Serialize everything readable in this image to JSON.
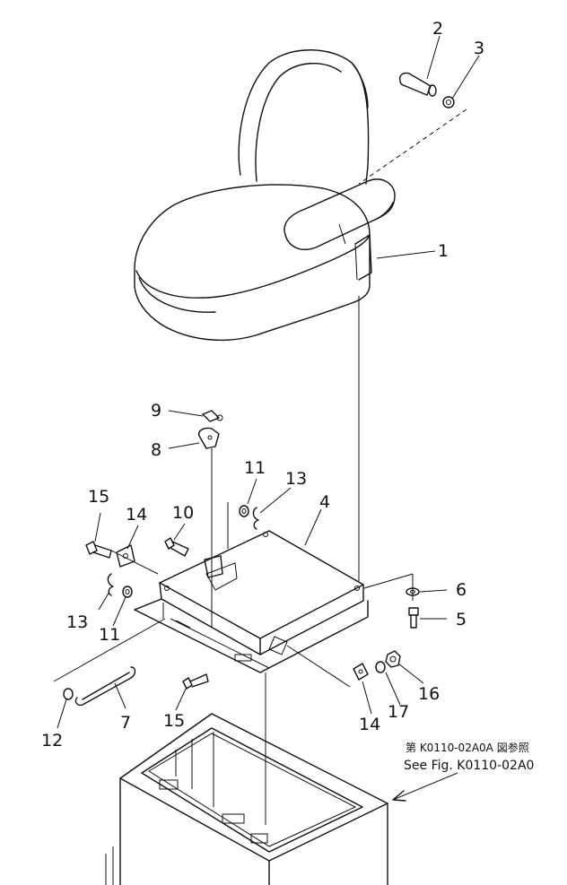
{
  "callouts": {
    "c1": "1",
    "c2": "2",
    "c3": "3",
    "c4": "4",
    "c5": "5",
    "c6": "6",
    "c7": "7",
    "c8": "8",
    "c9": "9",
    "c10": "10",
    "c11a": "11",
    "c11b": "11",
    "c12": "12",
    "c13a": "13",
    "c13b": "13",
    "c14a": "14",
    "c14b": "14",
    "c15a": "15",
    "c15b": "15",
    "c16": "16",
    "c17": "17"
  },
  "reference_note": {
    "japanese": "第 K0110-02A0A 図参照",
    "english": "See Fig. K0110-02A0"
  }
}
